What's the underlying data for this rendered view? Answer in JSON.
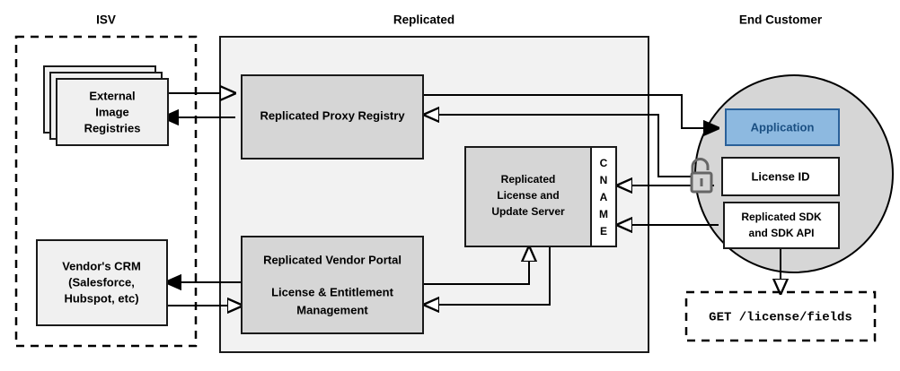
{
  "zones": {
    "isv": {
      "title": "ISV"
    },
    "replicated": {
      "title": "Replicated"
    },
    "end_customer": {
      "title": "End Customer"
    }
  },
  "boxes": {
    "external_image_registries": {
      "lines": [
        "External",
        "Image",
        "Registries"
      ],
      "fill": "#f0f0f0",
      "stacked": true
    },
    "vendors_crm": {
      "lines": [
        "Vendor's CRM",
        "(Salesforce,",
        "Hubspot, etc)"
      ],
      "fill": "#f0f0f0"
    },
    "replicated_proxy_registry": {
      "lines": [
        "Replicated Proxy Registry"
      ],
      "fill": "#d6d6d6"
    },
    "replicated_license_update_server": {
      "lines": [
        "Replicated",
        "License and",
        "Update Server"
      ],
      "fill": "#d6d6d6"
    },
    "cname": {
      "letters": [
        "C",
        "N",
        "A",
        "M",
        "E"
      ],
      "fill": "#ffffff"
    },
    "replicated_vendor_portal": {
      "lines": [
        "Replicated Vendor Portal",
        "",
        "License & Entitlement",
        "Management"
      ],
      "fill": "#d6d6d6"
    },
    "application": {
      "lines": [
        "Application"
      ],
      "fill": "#8db9e0",
      "stroke": "#2a6099",
      "text_color": "#1a4f82"
    },
    "license_id": {
      "lines": [
        "License ID"
      ],
      "fill": "#ffffff"
    },
    "replicated_sdk": {
      "lines": [
        "Replicated SDK",
        "and SDK API"
      ],
      "fill": "#ffffff"
    },
    "api_request": {
      "lines": [
        "GET /license/fields"
      ],
      "fill": "#ffffff",
      "monospace": true
    }
  },
  "icons": {
    "unlocked_padlock": "unlock-icon"
  },
  "colors": {
    "panel_background": "#f2f2f2",
    "box_gray": "#d6d6d6",
    "box_light": "#f0f0f0",
    "circle_fill": "#d6d6d6",
    "accent_blue": "#8db9e0",
    "accent_blue_border": "#2a6099",
    "line": "#000000"
  }
}
